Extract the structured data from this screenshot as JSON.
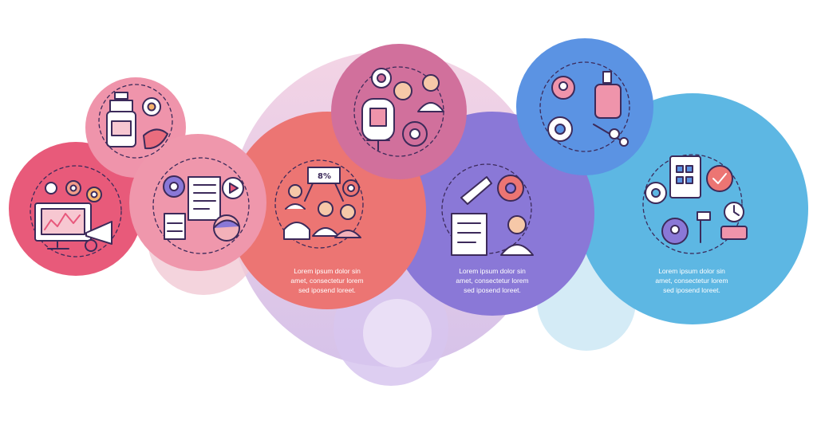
{
  "colors": {
    "red": "#e85a7a",
    "pink": "#ef94ab",
    "salmon": "#ec7573",
    "rose": "#d1709c",
    "violet": "#8a78d7",
    "blue": "#5b93e3",
    "sky": "#5db7e3",
    "line": "#3c2a5a"
  },
  "blocks": [
    {
      "id": "s1",
      "icons": [
        "monitor-chart-icon",
        "gear-icon",
        "settings-icon",
        "gear-icon",
        "megaphone-icon"
      ]
    },
    {
      "id": "s2",
      "icons": [
        "soap-bottle-icon",
        "gear-icon",
        "cloth-icon"
      ]
    },
    {
      "id": "s3",
      "icons": [
        "gear-icon",
        "document-icon",
        "video-play-gear-icon",
        "clipboard-icon",
        "face-icon"
      ]
    },
    {
      "id": "s4",
      "icons": [
        "percent-banner-icon",
        "worker-icon",
        "team-icon",
        "sofa-icon",
        "gear-icon"
      ]
    },
    {
      "id": "s5",
      "icons": [
        "gear-icon",
        "operator-icon",
        "manager-icon",
        "arcade-machine-icon",
        "gear-icon"
      ]
    },
    {
      "id": "s6",
      "icons": [
        "pen-icon",
        "gear-icon",
        "report-icon",
        "scientist-icon"
      ]
    },
    {
      "id": "s7",
      "icons": [
        "gear-user-icon",
        "soap-dispenser-icon",
        "gear-icon",
        "scissors-icon"
      ]
    },
    {
      "id": "s8",
      "icons": [
        "clipboard-checklist-icon",
        "gear-check-icon",
        "gear-icon",
        "gear-user-icon",
        "tools-icon",
        "clock-icon"
      ]
    }
  ],
  "captions": [
    {
      "id": "salmon",
      "lines": [
        "Lorem ipsum dolor sin",
        "amet, consectetur lorem",
        "sed iposend loreet."
      ]
    },
    {
      "id": "violet",
      "lines": [
        "Lorem ipsum dolor sin",
        "amet, consectetur lorem",
        "sed iposend loreet."
      ]
    },
    {
      "id": "sky",
      "lines": [
        "Lorem ipsum dolor sin",
        "amet, consectetur lorem",
        "sed iposend loreet."
      ]
    }
  ],
  "icon_text": {
    "percent": "8%"
  }
}
